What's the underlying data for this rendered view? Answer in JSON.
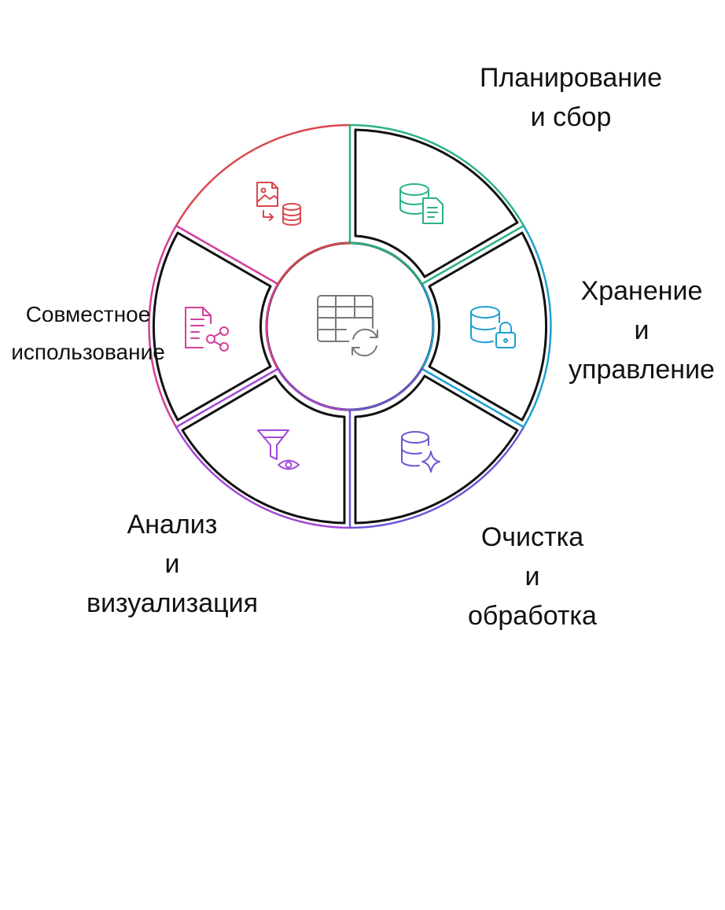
{
  "diagram": {
    "center": {
      "icon": "table-refresh-icon",
      "color": "#7a7a7a"
    },
    "segments": [
      {
        "id": "planning",
        "label_lines": [
          "Планирование",
          "и сбор"
        ],
        "icon": "database-document-icon",
        "color": "#2bb37f"
      },
      {
        "id": "storage",
        "label_lines": [
          "Хранение",
          "и",
          "управление"
        ],
        "icon": "database-lock-icon",
        "color": "#1e9fd0"
      },
      {
        "id": "cleaning",
        "label_lines": [
          "Очистка",
          "и",
          "обработка"
        ],
        "icon": "database-sparkle-icon",
        "color": "#6a58d6"
      },
      {
        "id": "analysis",
        "label_lines": [
          "Анализ",
          "и",
          "визуализация"
        ],
        "icon": "filter-eye-icon",
        "color": "#a248d6"
      },
      {
        "id": "sharing",
        "label_lines": [
          "Совместное",
          "использование"
        ],
        "icon": "document-share-icon",
        "color": "#d23f9a"
      },
      {
        "id": "migration",
        "label_lines": [],
        "icon": "image-to-database-icon",
        "color": "#d9474e"
      }
    ]
  }
}
